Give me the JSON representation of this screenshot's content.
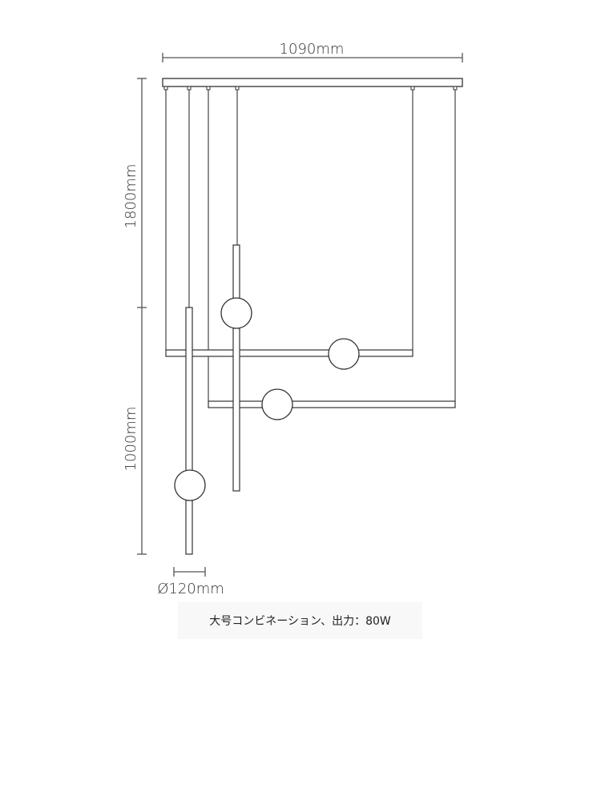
{
  "dimensions": {
    "width": "1090mm",
    "height_total": "1800mm",
    "height_lower": "1000mm",
    "globe_diameter": "Ø120mm"
  },
  "caption": "大号コンビネーション、出力：80W",
  "colors": {
    "line": "#333333",
    "dimension": "#555555"
  }
}
